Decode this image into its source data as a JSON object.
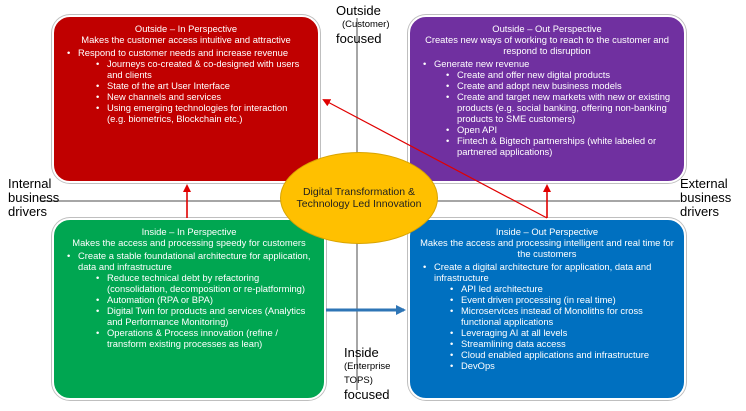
{
  "axis_labels": {
    "top": {
      "line1": "Outside",
      "line2": "(Customer)",
      "line3": "focused"
    },
    "bottom": {
      "line1": "Inside",
      "line2": "(Enterprise",
      "line3": "TOPS)",
      "line4": "focused"
    },
    "left": {
      "line1": "Internal",
      "line2": "business",
      "line3": "drivers"
    },
    "right": {
      "line1": "External",
      "line2": "business",
      "line3": "drivers"
    }
  },
  "center": {
    "text": "Digital Transformation & Technology Led Innovation"
  },
  "colors": {
    "red": "#c00000",
    "purple": "#7030a0",
    "green": "#00a651",
    "blue": "#0070c0",
    "yellow": "#ffc000",
    "arrow_red": "#e00000",
    "arrow_blue": "#2e75b6"
  },
  "quadrants": {
    "outside_in": {
      "title": "Outside – In Perspective",
      "subtitle": "Makes the customer access intuitive and attractive",
      "bullets": [
        {
          "text": "Respond to customer needs and increase revenue",
          "sub": [
            "Journeys co-created & co-designed with users and clients",
            "State of the art User Interface",
            "New channels and services",
            "Using emerging technologies for interaction (e.g. biometrics, Blockchain etc.)"
          ]
        }
      ]
    },
    "outside_out": {
      "title": "Outside – Out Perspective",
      "subtitle": "Creates new ways of working to reach to the customer and respond to disruption",
      "bullets": [
        {
          "text": "Generate new revenue",
          "sub": [
            "Create and offer new digital products",
            "Create and adopt new business models",
            "Create and target new markets with new or existing products (e.g. social banking, offering non-banking products to SME customers)",
            "Open API",
            "Fintech & Bigtech partnerships (white labeled or partnered applications)"
          ]
        }
      ]
    },
    "inside_in": {
      "title": "Inside – In Perspective",
      "subtitle": "Makes the access and processing speedy for customers",
      "bullets": [
        {
          "text": "Create a stable foundational architecture for application, data and infrastructure",
          "sub": [
            "Reduce technical debt by refactoring (consolidation, decomposition or re-platforming)",
            "Automation (RPA or BPA)",
            "Digital Twin for products and services (Analytics and Performance Monitoring)",
            "Operations & Process innovation (refine / transform existing processes as lean)"
          ]
        }
      ]
    },
    "inside_out": {
      "title": "Inside – Out Perspective",
      "subtitle": "Makes the access and processing intelligent and real time for the customers",
      "bullets": [
        {
          "text": "Create a digital architecture for application, data and infrastructure",
          "sub": [
            "API led architecture",
            "Event driven processing (in real time)",
            "Microservices instead of Monoliths for cross functional applications",
            "Leveraging AI at all levels",
            "Streamlining data access",
            "Cloud enabled applications and infrastructure",
            "DevOps"
          ]
        }
      ]
    }
  }
}
